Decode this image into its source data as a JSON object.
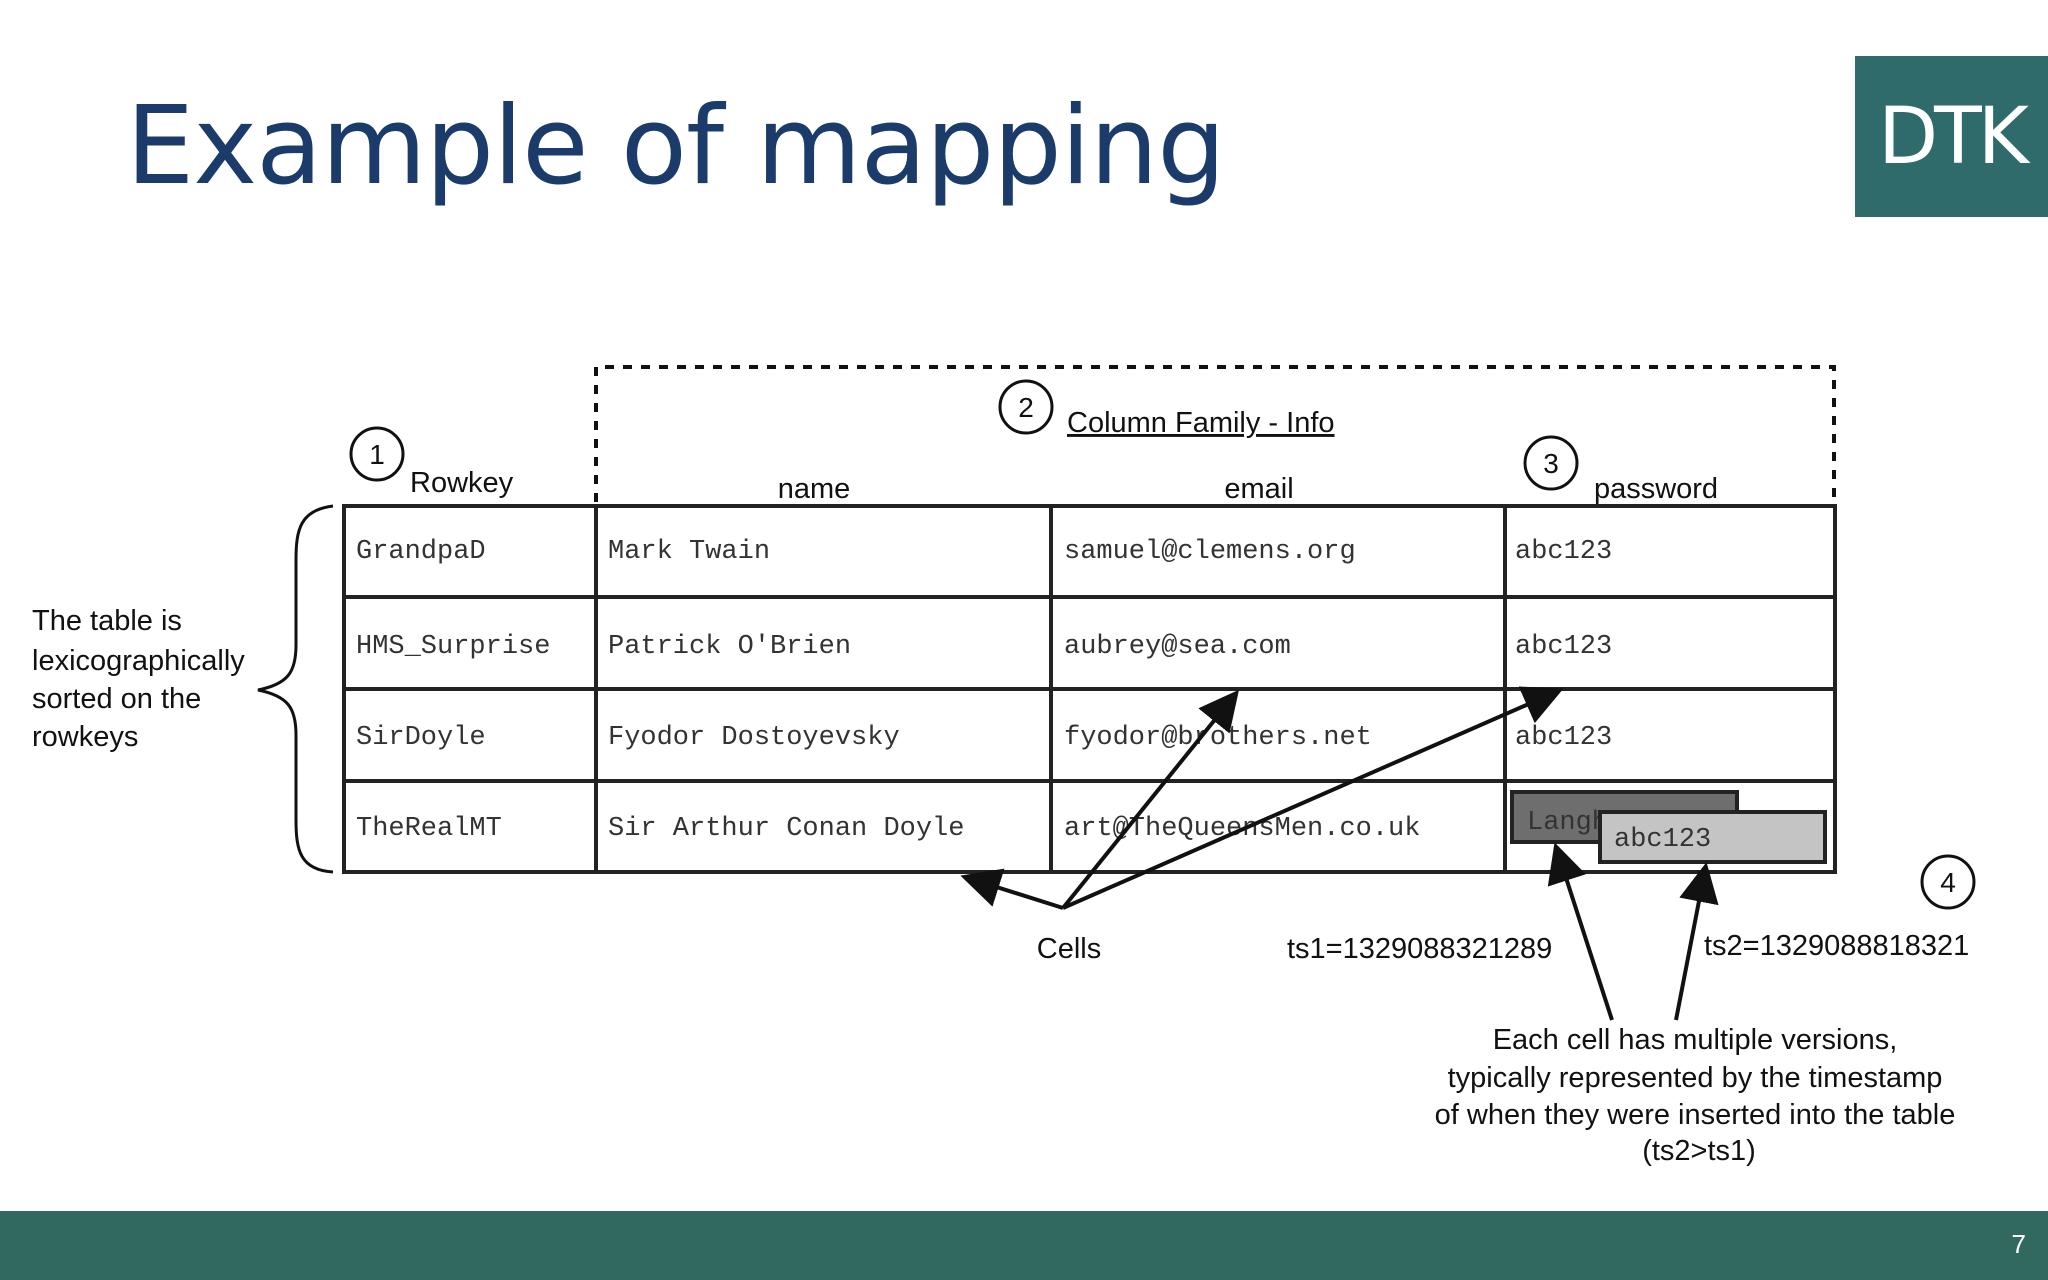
{
  "slide": {
    "title": "Example of mapping",
    "logo_text": "DTK",
    "page_number": "7"
  },
  "diagram": {
    "markers": [
      "1",
      "2",
      "3",
      "4"
    ],
    "rowkey_header": "Rowkey",
    "family_label": "Column Family - Info",
    "columns": [
      "name",
      "email",
      "password"
    ],
    "rows": [
      {
        "rowkey": "GrandpaD",
        "name": "Mark Twain",
        "email": "samuel@clemens.org",
        "password": "abc123"
      },
      {
        "rowkey": "HMS_Surprise",
        "name": "Patrick O'Brien",
        "email": "aubrey@sea.com",
        "password": "abc123"
      },
      {
        "rowkey": "SirDoyle",
        "name": "Fyodor Dostoyevsky",
        "email": "fyodor@brothers.net",
        "password": "abc123"
      },
      {
        "rowkey": "TheRealMT",
        "name": "Sir Arthur Conan Doyle",
        "email": "art@TheQueensMen.co.uk",
        "password_versions": [
          "Langhorne",
          "abc123"
        ]
      }
    ],
    "side_note": [
      "The table is",
      "lexicographically",
      "sorted on the",
      "rowkeys"
    ],
    "cells_label": "Cells",
    "ts1": "ts1=1329088321289",
    "ts2": "ts2=1329088818321",
    "versions_note": [
      "Each cell has multiple versions,",
      "typically represented by the timestamp",
      "of when they were inserted into the table",
      "(ts2>ts1)"
    ]
  }
}
